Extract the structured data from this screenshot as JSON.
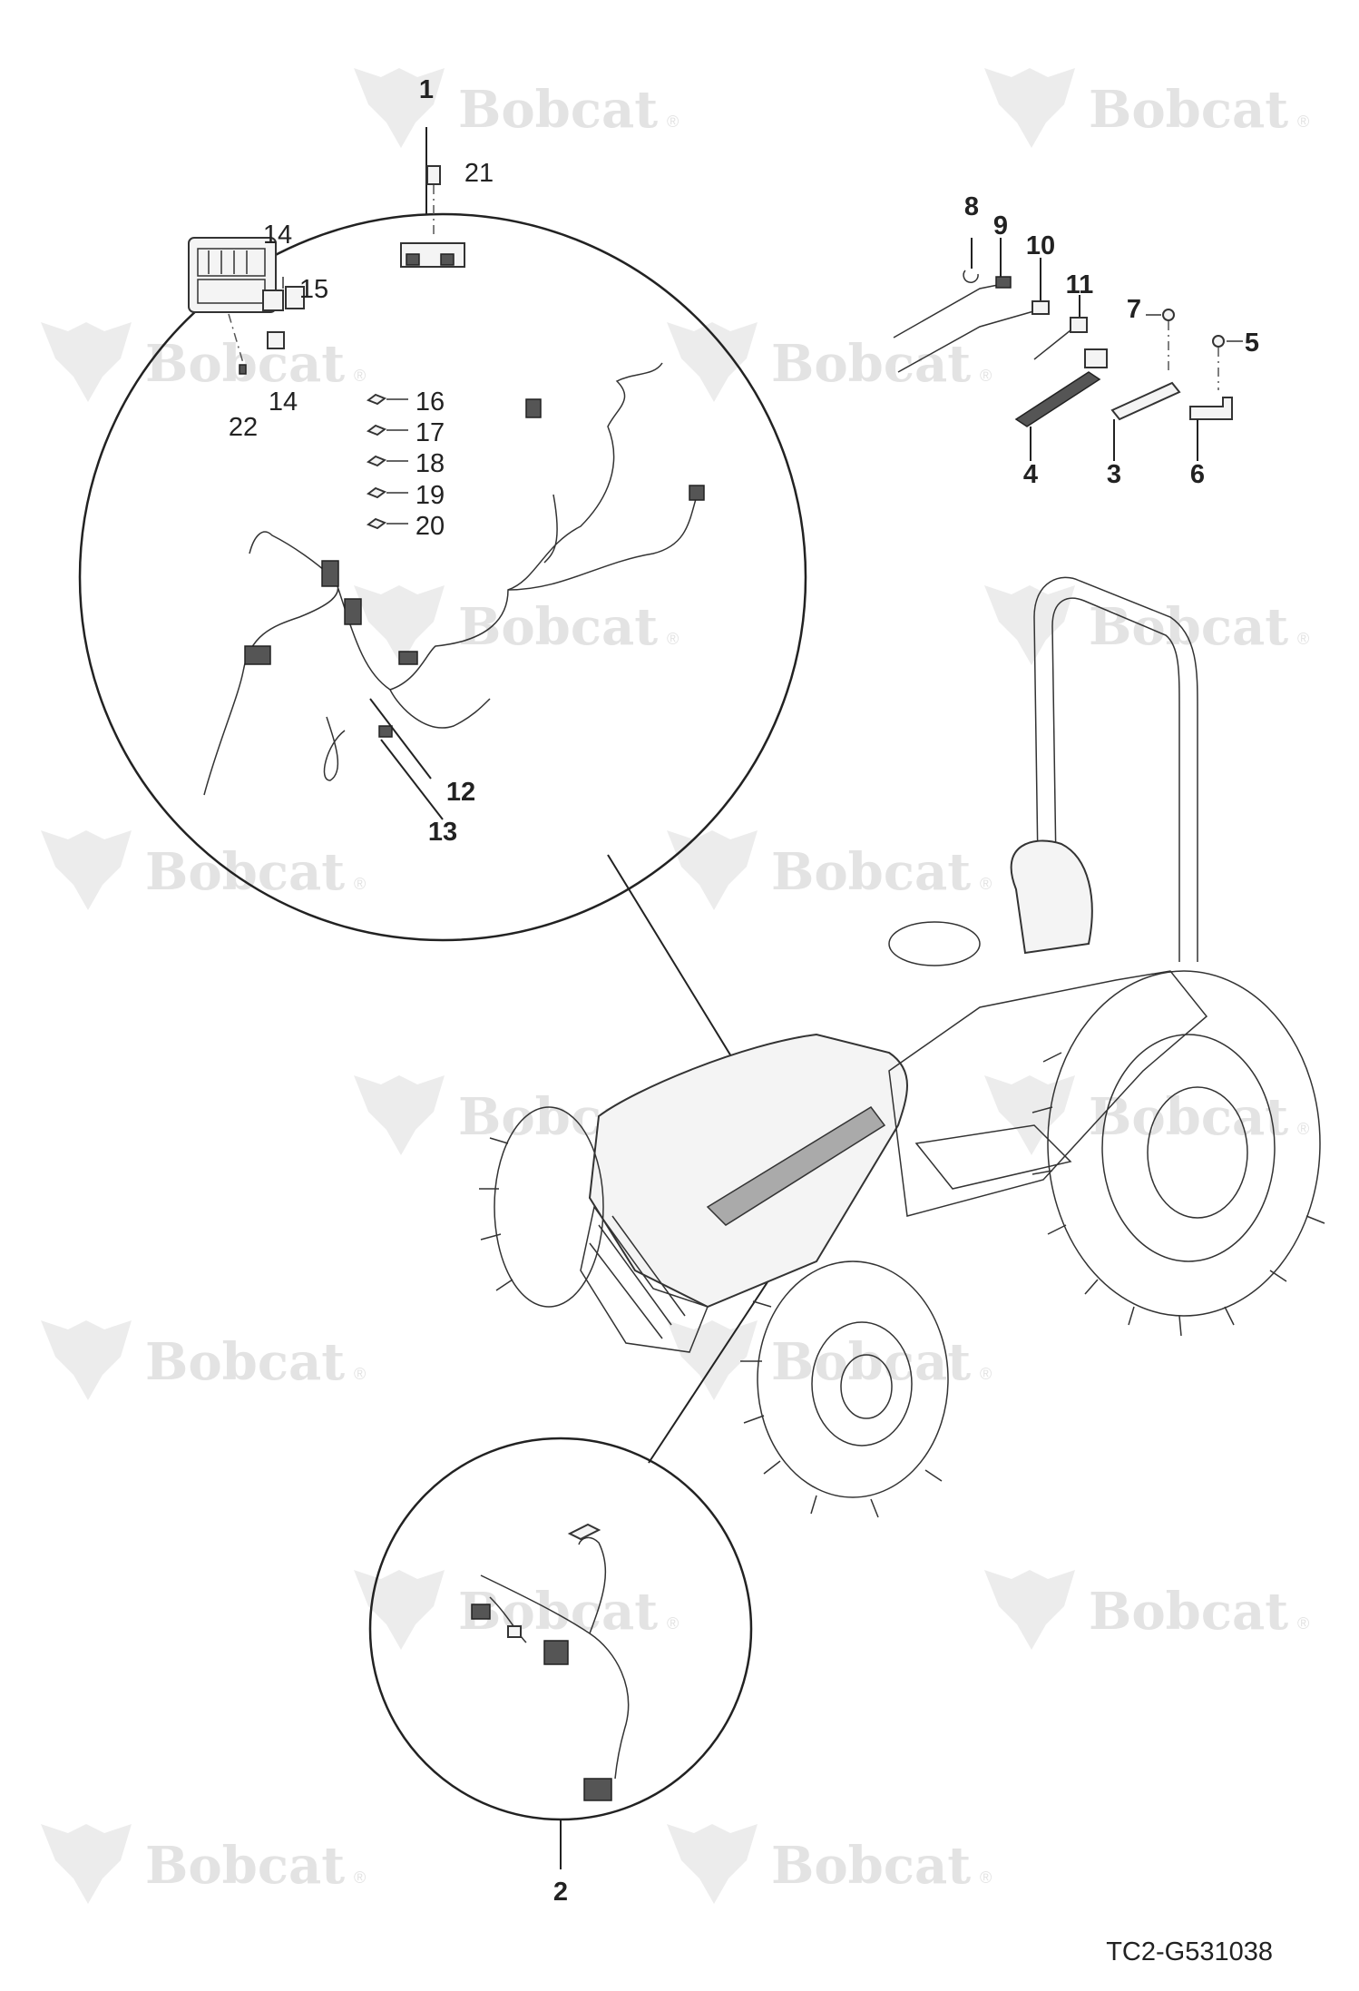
{
  "watermark": {
    "brand": "Bobcat",
    "mark": "®"
  },
  "callouts": [
    {
      "id": "1",
      "text": "1",
      "bold": true
    },
    {
      "id": "2",
      "text": "2",
      "bold": true
    },
    {
      "id": "3",
      "text": "3",
      "bold": true
    },
    {
      "id": "4",
      "text": "4",
      "bold": true
    },
    {
      "id": "5",
      "text": "5",
      "bold": true
    },
    {
      "id": "6",
      "text": "6",
      "bold": true
    },
    {
      "id": "7",
      "text": "7",
      "bold": true
    },
    {
      "id": "8",
      "text": "8",
      "bold": true
    },
    {
      "id": "9",
      "text": "9",
      "bold": true
    },
    {
      "id": "10",
      "text": "10",
      "bold": true
    },
    {
      "id": "11",
      "text": "11",
      "bold": true
    },
    {
      "id": "12",
      "text": "12",
      "bold": true
    },
    {
      "id": "13",
      "text": "13",
      "bold": true
    },
    {
      "id": "14a",
      "text": "14",
      "bold": false
    },
    {
      "id": "14b",
      "text": "14",
      "bold": false
    },
    {
      "id": "15",
      "text": "15",
      "bold": false
    },
    {
      "id": "16",
      "text": "16",
      "bold": false
    },
    {
      "id": "17",
      "text": "17",
      "bold": false
    },
    {
      "id": "18",
      "text": "18",
      "bold": false
    },
    {
      "id": "19",
      "text": "19",
      "bold": false
    },
    {
      "id": "20",
      "text": "20",
      "bold": false
    },
    {
      "id": "21",
      "text": "21",
      "bold": false
    },
    {
      "id": "22",
      "text": "22",
      "bold": false
    }
  ],
  "reference_code": "TC2-G531038"
}
